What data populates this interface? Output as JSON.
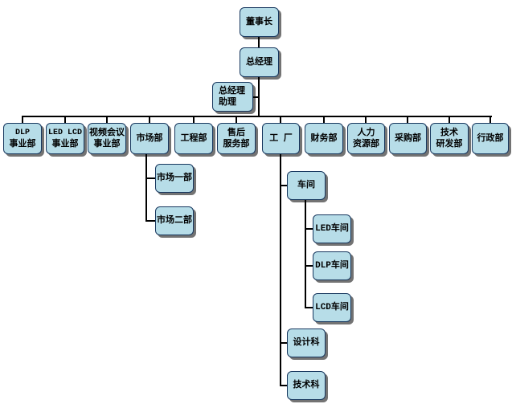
{
  "org": {
    "chairman": "董事长",
    "general_manager": "总经理",
    "gm_assistant": {
      "line1": "总经理",
      "line2": "助理"
    },
    "departments": {
      "dlp": {
        "line1": "DLP",
        "line2": "事业部"
      },
      "led_lcd": {
        "line1": "LED LCD",
        "line2": "事业部"
      },
      "video_conf": {
        "line1": "视频会议",
        "line2": "事业部"
      },
      "marketing": "市场部",
      "engineering": "工程部",
      "after_sales": {
        "line1": "售后",
        "line2": "服务部"
      },
      "factory": "工 厂",
      "finance": "财务部",
      "hr": {
        "line1": "人力",
        "line2": "资源部"
      },
      "procurement": "采购部",
      "rnd": {
        "line1": "技术",
        "line2": "研发部"
      },
      "admin": "行政部"
    },
    "marketing_units": [
      "市场一部",
      "市场二部"
    ],
    "factory_units": {
      "workshop": "车间",
      "workshops": [
        "LED车间",
        "DLP车间",
        "LCD车间"
      ],
      "design": "设计科",
      "technical": "技术科"
    }
  },
  "colors": {
    "node_fill": "#b7dde8",
    "node_border": "#17375e",
    "line": "#000000"
  }
}
